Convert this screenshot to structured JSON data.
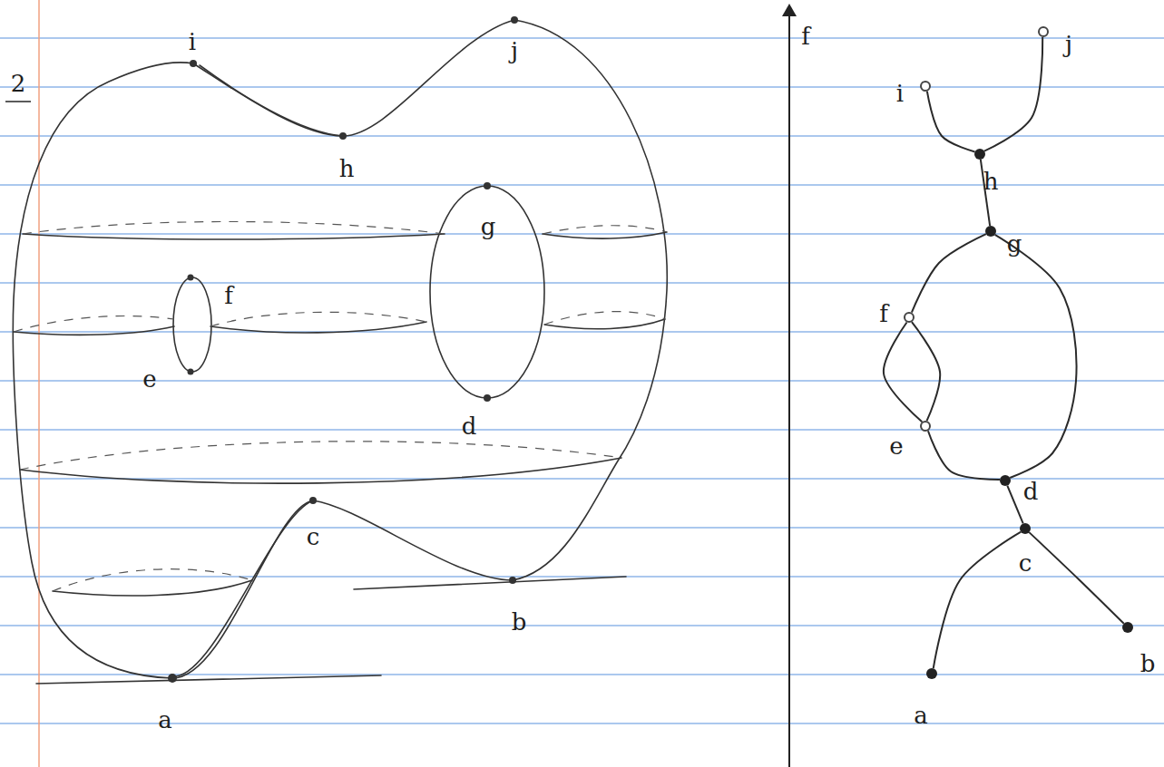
{
  "diagram": {
    "nodes": [
      {
        "text": [
          "i"
        ]
      },
      {
        "text": [
          "j"
        ]
      },
      {
        "text": [
          "h"
        ]
      },
      {
        "text": [
          "g"
        ]
      },
      {
        "text": [
          "f"
        ]
      },
      {
        "text": [
          "e"
        ]
      },
      {
        "text": [
          "d"
        ]
      },
      {
        "text": [
          "c"
        ]
      },
      {
        "text": [
          "a"
        ]
      },
      {
        "text": [
          "b"
        ]
      }
    ],
    "edges": [
      {
        "from": 2,
        "to": 0,
        "arrow": "none"
      },
      {
        "from": 2,
        "to": 1,
        "arrow": "none"
      },
      {
        "from": 3,
        "to": 2,
        "arrow": "none"
      },
      {
        "from": 3,
        "to": 4,
        "arrow": "none"
      },
      {
        "from": 3,
        "to": 6,
        "arrow": "none"
      },
      {
        "from": 4,
        "to": 5,
        "arrow": "none"
      },
      {
        "from": 4,
        "to": 5,
        "arrow": "none"
      },
      {
        "from": 5,
        "to": 6,
        "arrow": "none"
      },
      {
        "from": 6,
        "to": 7,
        "arrow": "none"
      },
      {
        "from": 7,
        "to": 8,
        "arrow": "none"
      },
      {
        "from": 7,
        "to": 9,
        "arrow": "none"
      }
    ],
    "labels": [
      "2",
      "i",
      "j",
      "h",
      "g",
      "f",
      "e",
      "d",
      "c",
      "b",
      "a",
      "f"
    ]
  }
}
